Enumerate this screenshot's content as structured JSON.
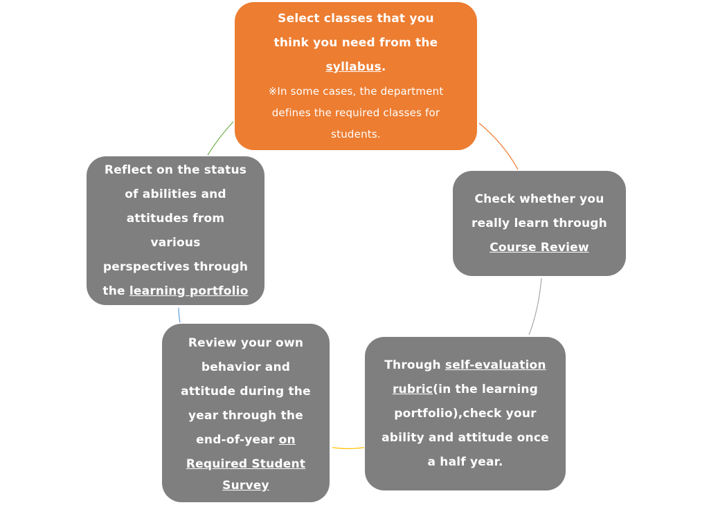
{
  "colors": {
    "accent_orange": "#ed7d31",
    "node_gray": "#7f7f7f",
    "text": "#ffffff",
    "connector_orange": "#ed7d31",
    "connector_gray": "#a5a5a5",
    "connector_yellow": "#ffc000",
    "connector_blue": "#5b9bd5",
    "connector_green": "#70ad47"
  },
  "nodes": {
    "top": {
      "line1": "Select classes that you",
      "line2": "think you need from the",
      "link": "syllabus",
      "link_suffix": ".",
      "note_line1": "※In some cases, the department",
      "note_line2": "defines the required classes for",
      "note_line3": "students."
    },
    "right": {
      "line1": "Check whether you",
      "line2": "really learn through",
      "link": "Course Review"
    },
    "bottom_right": {
      "prefix": "Through ",
      "link_part1": "self-evaluation",
      "link_part2": "rubric",
      "suffix_line2": "(in the learning",
      "line3": "portfolio),check your",
      "line4": "ability and attitude once",
      "line5": "a half year."
    },
    "bottom_left": {
      "line1": "Review your own",
      "line2": "behavior and",
      "line3": "attitude during the",
      "line4": "year through the",
      "line5_prefix": "end-of-year ",
      "link_part1": "on",
      "link_part2": "Required Student",
      "link_part3": "Survey"
    },
    "left": {
      "line1": "Reflect on the status",
      "line2": "of abilities and",
      "line3": "attitudes from various",
      "line4": "perspectives through",
      "line5_prefix": "the ",
      "link": "learning portfolio"
    }
  }
}
